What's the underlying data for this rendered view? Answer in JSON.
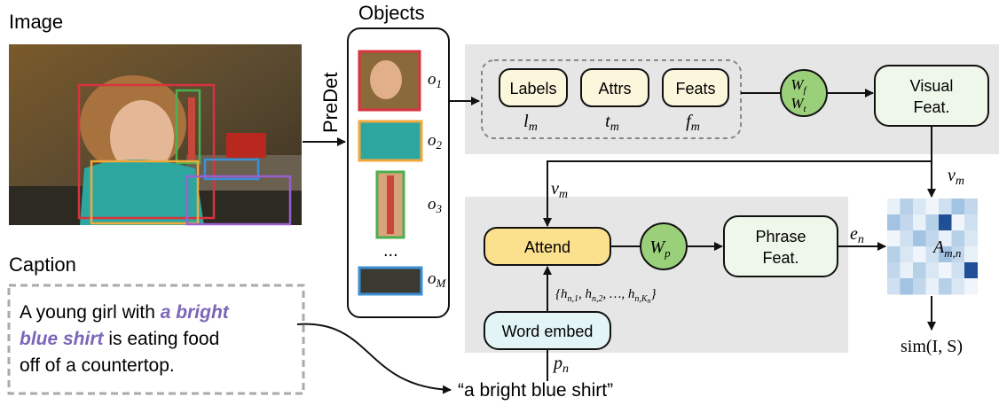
{
  "labels": {
    "image": "Image",
    "objects": "Objects",
    "predet": "PreDet",
    "caption": "Caption"
  },
  "objects": [
    {
      "label": "o",
      "sub": "1"
    },
    {
      "label": "o",
      "sub": "2"
    },
    {
      "label": "o",
      "sub": "3"
    },
    {
      "label": "o",
      "sub": "M"
    }
  ],
  "objects_ellipsis": "...",
  "features": [
    {
      "name": "Labels",
      "sym": "l",
      "sub": "m"
    },
    {
      "name": "Attrs",
      "sym": "t",
      "sub": "m"
    },
    {
      "name": "Feats",
      "sym": "f",
      "sub": "m"
    }
  ],
  "weights_top": {
    "line1": "W",
    "sub1": "f",
    "line2": "W",
    "sub2": "t"
  },
  "visual_feat": {
    "line1": "Visual",
    "line2": "Feat."
  },
  "vm_right": {
    "sym": "v",
    "sub": "m"
  },
  "vm_left": {
    "sym": "v",
    "sub": "m"
  },
  "attend": "Attend",
  "wp": {
    "sym": "W",
    "sub": "p"
  },
  "phrase_feat": {
    "line1": "Phrase",
    "line2": "Feat."
  },
  "en": {
    "sym": "e",
    "sub": "n"
  },
  "matrix_label": {
    "sym": "A",
    "sub": "m,n"
  },
  "sim": "sim(I, S)",
  "word_embed": "Word embed",
  "hidden_seq": "{h_{n,1}, h_{n,2}, …, h_{n,K_n}}",
  "pn": {
    "sym": "p",
    "sub": "n"
  },
  "caption_text": {
    "part1": "A young girl with ",
    "highlight1": "a bright",
    "highlight2": "blue shirt",
    "part2": " is eating food",
    "line3": "off of a countertop."
  },
  "phrase_quote": "“a bright blue shirt”",
  "colors": {
    "red_box": "#d9333f",
    "green_box": "#4caf50",
    "orange_box": "#f2a93b",
    "blue_box": "#3d8fd6",
    "purple_box": "#9b5fd0",
    "highlight_text": "#7b66b8",
    "feature_fill": "#fbf6dc",
    "weight_fill": "#9bd07a",
    "attend_fill": "#fbe08e",
    "visual_fill": "#eef7ea",
    "word_embed_fill": "#e3f4f7",
    "panel_gray": "#e6e6e6"
  }
}
